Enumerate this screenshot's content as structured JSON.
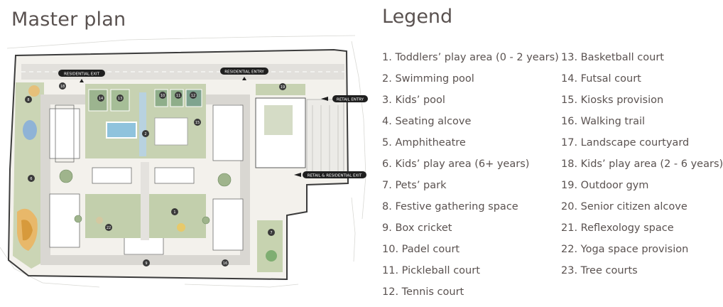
{
  "header": {
    "title": "Master plan",
    "legend_title": "Legend"
  },
  "plan_labels": {
    "residential_exit": "RESIDENTIAL EXIT",
    "residential_entry": "RESIDENTIAL ENTRY",
    "retail_entry": "RETAIL ENTRY",
    "retail_residential_exit": "RETAIL & RESIDENTIAL EXIT"
  },
  "legend": {
    "column1": [
      {
        "label": "1. Toddlers’ play area (0 - 2 years)"
      },
      {
        "label": "2. Swimming pool"
      },
      {
        "label": "3. Kids’ pool"
      },
      {
        "label": "4. Seating alcove"
      },
      {
        "label": "5. Amphitheatre"
      },
      {
        "label": "6. Kids’ play area (6+ years)"
      },
      {
        "label": "7. Pets’ park"
      },
      {
        "label": "8. Festive gathering space"
      },
      {
        "label": "9. Box cricket"
      },
      {
        "label": "10. Padel court"
      },
      {
        "label": "11. Pickleball court"
      },
      {
        "label": "12. Tennis court"
      }
    ],
    "column2": [
      {
        "label": "13. Basketball court"
      },
      {
        "label": "14. Futsal court"
      },
      {
        "label": "15. Kiosks provision"
      },
      {
        "label": "16. Walking trail"
      },
      {
        "label": "17. Landscape courtyard"
      },
      {
        "label": "18. Kids’ play area (2 - 6 years)"
      },
      {
        "label": "19. Outdoor gym"
      },
      {
        "label": "20. Senior citizen alcove"
      },
      {
        "label": "21. Reflexology space"
      },
      {
        "label": "22. Yoga space provision"
      },
      {
        "label": "23. Tree courts"
      }
    ]
  }
}
